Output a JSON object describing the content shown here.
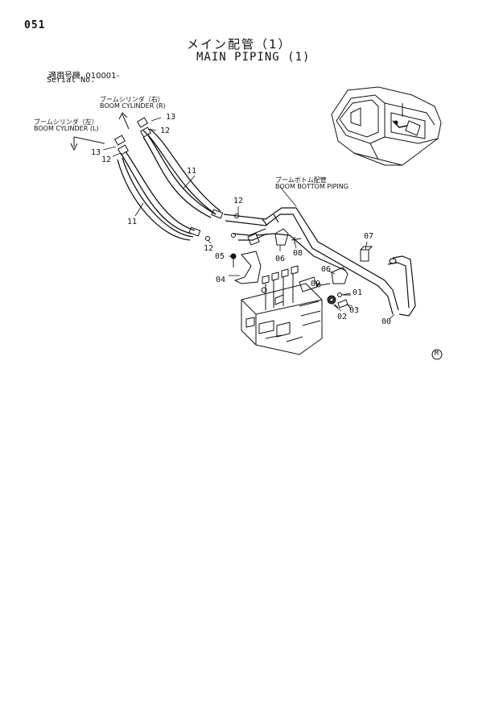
{
  "page_number": "051",
  "title_jp": "メイン配管（1）",
  "title_en": "MAIN PIPING (1)",
  "serial": {
    "label_jp": "適用号機",
    "value": "010001-",
    "label_en": "Serial No."
  },
  "callouts": {
    "boom_cyl_right_jp": "ブームシリンダ（右）",
    "boom_cyl_right_en": "BOOM CYLINDER (R)",
    "boom_cyl_left_jp": "ブームシリンダ（左）",
    "boom_cyl_left_en": "BOOM CYLINDER (L)",
    "boom_bottom_jp": "ブームボトム配管",
    "boom_bottom_en": "BOOM BOTTOM PIPING"
  },
  "part_numbers": {
    "p13_top": "13",
    "p12_top": "12",
    "p13_left": "13",
    "p12_left": "12",
    "p11_upper": "11",
    "p11_lower": "11",
    "p12_mid": "12",
    "p12_low": "12",
    "p07": "07",
    "p05": "05",
    "p06_mid": "06",
    "p08": "08",
    "p06_right": "06",
    "p09": "09",
    "p01": "01",
    "p04": "04",
    "p03": "03",
    "p02": "02",
    "p00": "00"
  },
  "mark": "M"
}
